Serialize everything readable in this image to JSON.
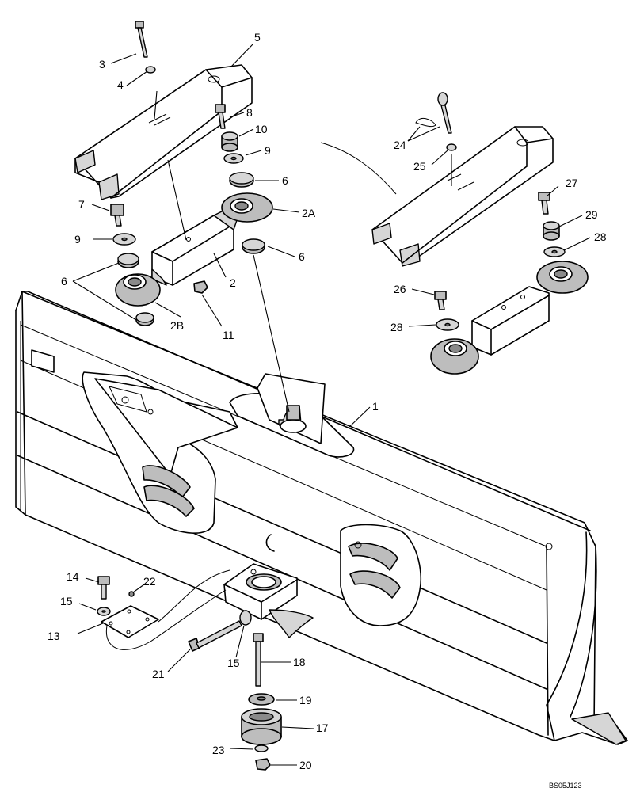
{
  "diagram": {
    "reference_code": "BS05J123",
    "callouts": [
      {
        "id": "c1",
        "label": "1"
      },
      {
        "id": "c2",
        "label": "2"
      },
      {
        "id": "c2a",
        "label": "2A"
      },
      {
        "id": "c2b",
        "label": "2B"
      },
      {
        "id": "c3",
        "label": "3"
      },
      {
        "id": "c4",
        "label": "4"
      },
      {
        "id": "c5",
        "label": "5"
      },
      {
        "id": "c6a",
        "label": "6"
      },
      {
        "id": "c6b",
        "label": "6"
      },
      {
        "id": "c6c",
        "label": "6"
      },
      {
        "id": "c7",
        "label": "7"
      },
      {
        "id": "c8",
        "label": "8"
      },
      {
        "id": "c9a",
        "label": "9"
      },
      {
        "id": "c9b",
        "label": "9"
      },
      {
        "id": "c10",
        "label": "10"
      },
      {
        "id": "c11",
        "label": "11"
      },
      {
        "id": "c13",
        "label": "13"
      },
      {
        "id": "c14",
        "label": "14"
      },
      {
        "id": "c15a",
        "label": "15"
      },
      {
        "id": "c15b",
        "label": "15"
      },
      {
        "id": "c17",
        "label": "17"
      },
      {
        "id": "c18",
        "label": "18"
      },
      {
        "id": "c19",
        "label": "19"
      },
      {
        "id": "c20",
        "label": "20"
      },
      {
        "id": "c21",
        "label": "21"
      },
      {
        "id": "c22",
        "label": "22"
      },
      {
        "id": "c23",
        "label": "23"
      },
      {
        "id": "c24",
        "label": "24"
      },
      {
        "id": "c25",
        "label": "25"
      },
      {
        "id": "c26",
        "label": "26"
      },
      {
        "id": "c27",
        "label": "27"
      },
      {
        "id": "c28a",
        "label": "28"
      },
      {
        "id": "c28b",
        "label": "28"
      },
      {
        "id": "c29",
        "label": "29"
      }
    ]
  }
}
